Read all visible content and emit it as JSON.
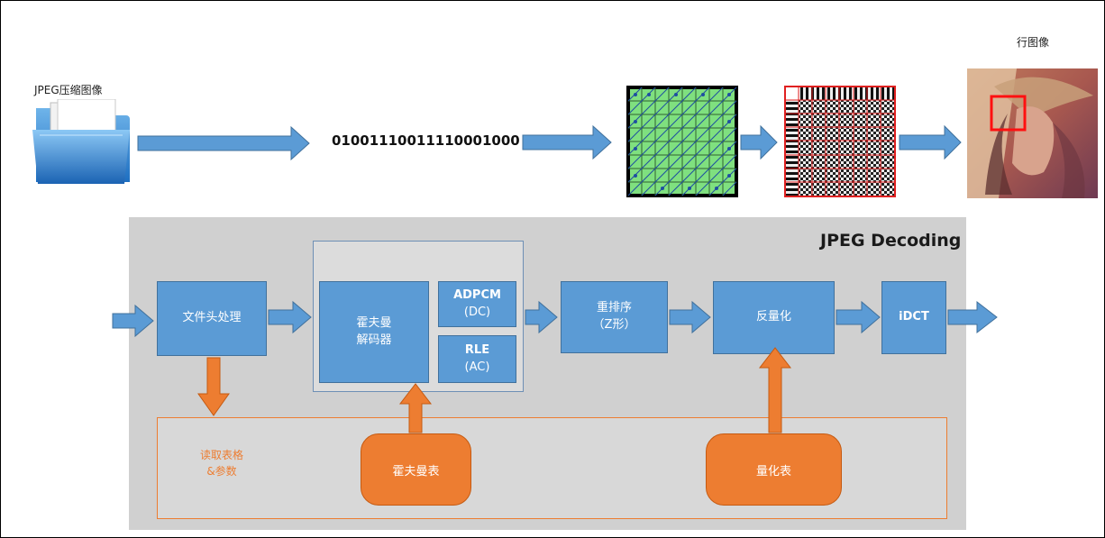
{
  "top": {
    "jpeg_label": "JPEG压缩图像",
    "bitstream": "01001110011110001000",
    "output_label": "行图像"
  },
  "panel": {
    "title": "JPEG Decoding"
  },
  "blocks": {
    "header": "文件头处理",
    "huffman_line1": "霍夫曼",
    "huffman_line2": "解码器",
    "adpcm_line1": "ADPCM",
    "adpcm_line2": "(DC)",
    "rle_line1": "RLE",
    "rle_line2": "(AC)",
    "reorder_line1": "重排序",
    "reorder_line2": "（Z形）",
    "dequant": "反量化",
    "idct": "iDCT"
  },
  "tables": {
    "read_line1": "读取表格",
    "read_line2": "&参数",
    "huffman_table": "霍夫曼表",
    "quant_table": "量化表"
  },
  "colors": {
    "block_blue": "#5b9bd5",
    "arrow_orange": "#ed7d31",
    "panel_gray": "#d0d0d0",
    "grid_green": "#7fe07f"
  }
}
